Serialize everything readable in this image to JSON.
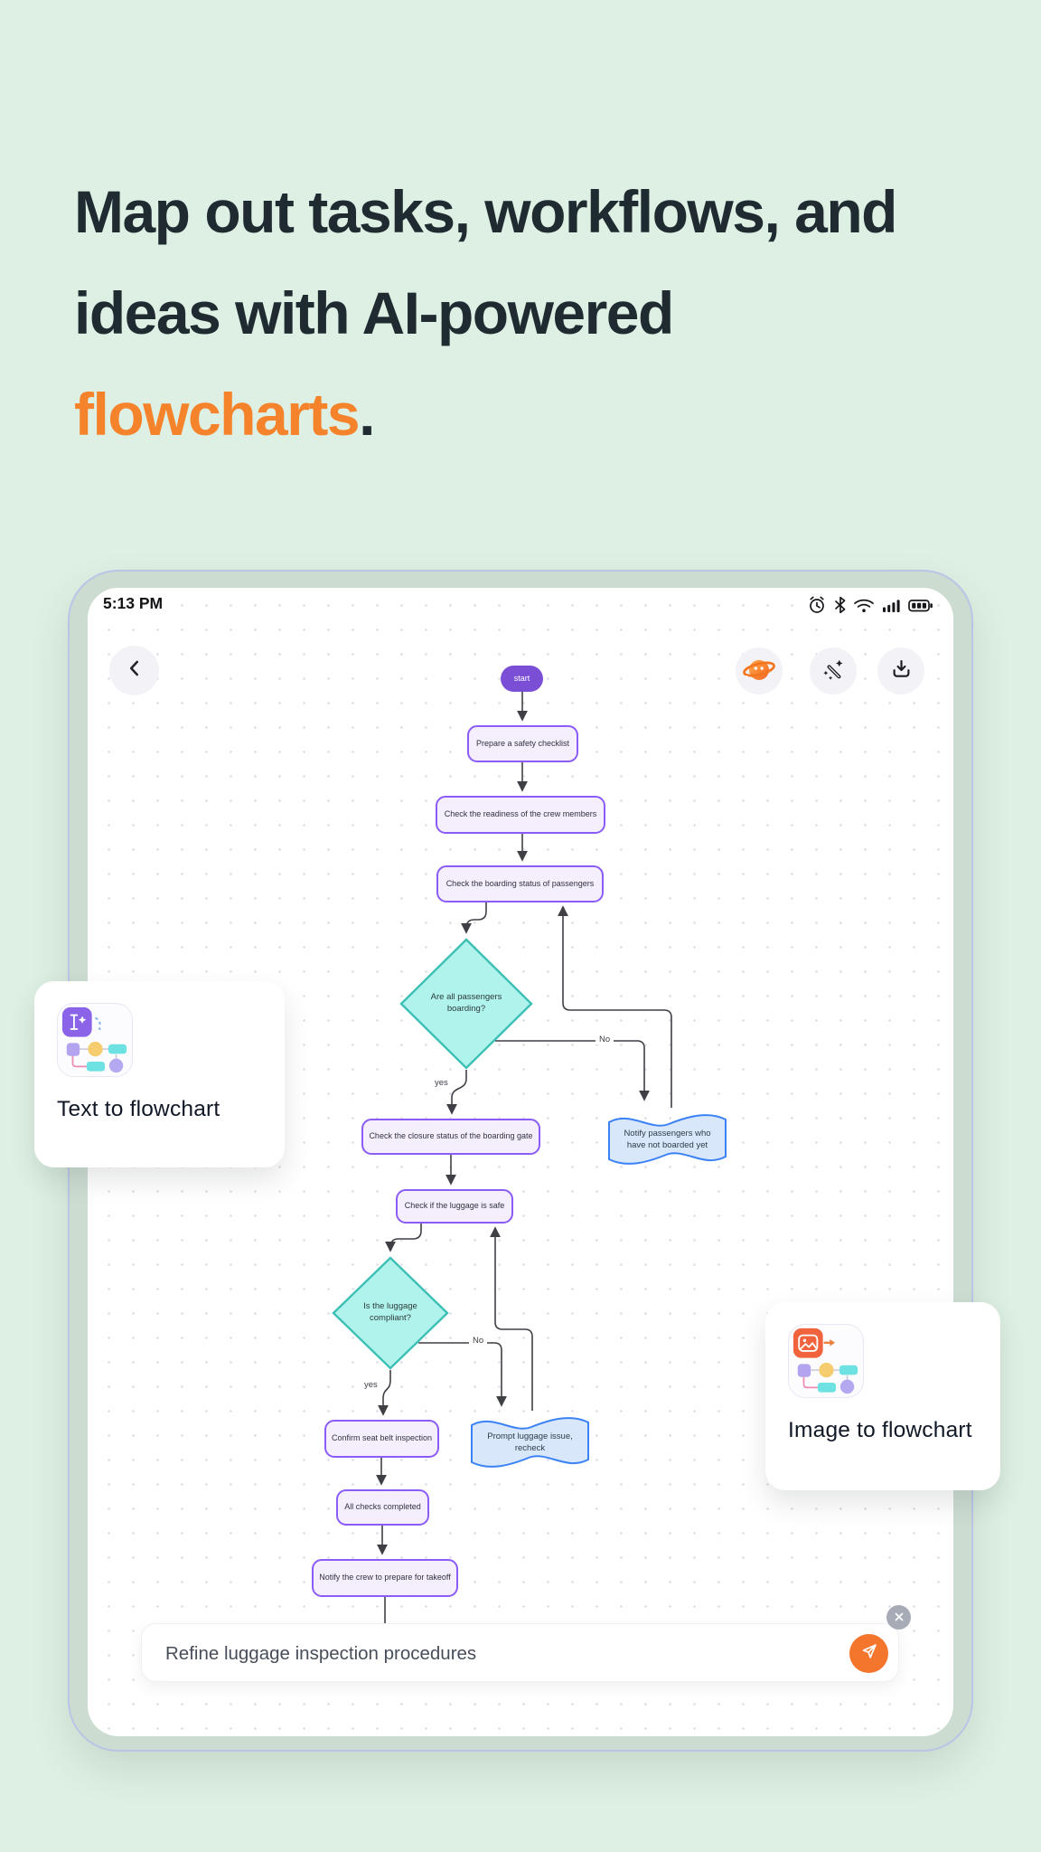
{
  "hero": {
    "line1": "Map out tasks, workflows, and",
    "line2": "ideas with AI-powered",
    "highlight": "flowcharts",
    "period": "."
  },
  "device": {
    "status_bar": {
      "time": "5:13 PM",
      "icons": [
        "alarm-icon",
        "bluetooth-icon",
        "wifi-icon",
        "signal-icon",
        "battery-icon"
      ]
    },
    "toolbar_icons": [
      "chevron-left-icon",
      "planet-logo-icon",
      "magic-wand-icon",
      "download-icon"
    ]
  },
  "flowchart": {
    "nodes": [
      {
        "id": "start",
        "shape": "terminator",
        "label": "start"
      },
      {
        "id": "prepare-checklist",
        "shape": "process",
        "label": "Prepare a safety checklist"
      },
      {
        "id": "crew-readiness",
        "shape": "process",
        "label": "Check the readiness of the crew members"
      },
      {
        "id": "boarding-status",
        "shape": "process",
        "label": "Check the boarding status of passengers"
      },
      {
        "id": "passengers-boarding",
        "shape": "decision",
        "label": "Are all passengers boarding?"
      },
      {
        "id": "gate-closure",
        "shape": "process",
        "label": "Check the closure status of the boarding gate"
      },
      {
        "id": "notify-passengers",
        "shape": "document",
        "label": "Notify passengers who have not boarded yet"
      },
      {
        "id": "luggage-safe",
        "shape": "process",
        "label": "Check if the luggage is safe"
      },
      {
        "id": "luggage-compliant",
        "shape": "decision",
        "label": "Is the luggage compliant?"
      },
      {
        "id": "seat-belt",
        "shape": "process",
        "label": "Confirm seat belt inspection"
      },
      {
        "id": "luggage-issue",
        "shape": "document",
        "label": "Prompt luggage issue, recheck"
      },
      {
        "id": "all-checks",
        "shape": "process",
        "label": "All checks completed"
      },
      {
        "id": "notify-crew",
        "shape": "process",
        "label": "Notify the crew to prepare for takeoff"
      }
    ],
    "branch_labels": {
      "yes": "yes",
      "no": "No"
    }
  },
  "feature_cards": [
    {
      "label": "Text to flowchart",
      "icon": "text-to-flowchart-icon"
    },
    {
      "label": "Image to flowchart",
      "icon": "image-to-flowchart-icon"
    }
  ],
  "prompt_bar": {
    "text": "Refine luggage inspection procedures",
    "send_icon": "send-icon",
    "close_icon": "close-icon"
  },
  "colors": {
    "background": "#DEF0E3",
    "accent_orange": "#F5832B",
    "process_border": "#8B5CF6",
    "process_fill": "#F4EEFD",
    "start_fill": "#7A4FD6",
    "decision_fill": "#B0F3EC",
    "decision_border": "#3CBFB4",
    "document_fill": "#D8E8FA",
    "document_border": "#3B82F6",
    "send_button": "#F4752C",
    "tablet_frame": "#CDDCD1"
  }
}
